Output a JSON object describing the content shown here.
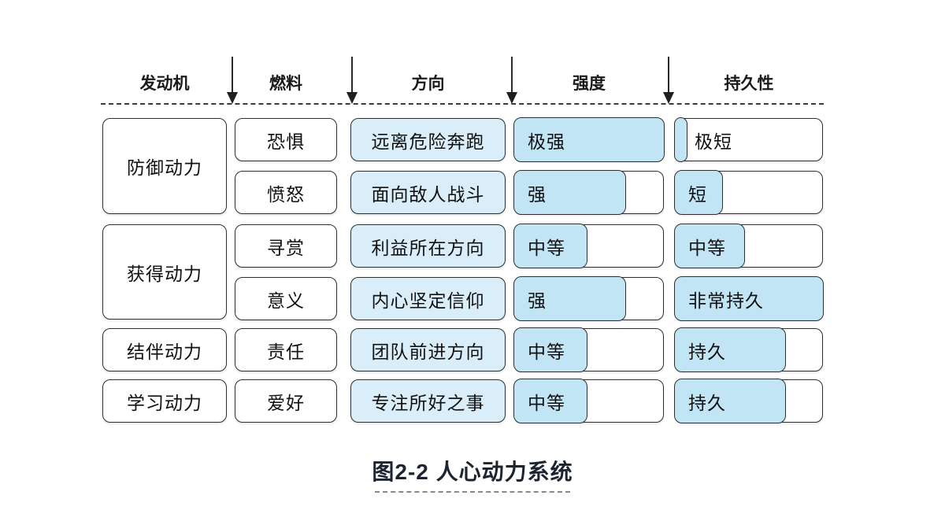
{
  "colors": {
    "directionFill": "#d9eef9",
    "barFill": "#c2e5f6",
    "border": "#2f2f2f",
    "captionColor": "#1c2431",
    "textColor": "#111111"
  },
  "header": {
    "columns": [
      "发动机",
      "燃料",
      "方向",
      "强度",
      "持久性"
    ]
  },
  "engines": [
    {
      "label": "防御动力"
    },
    {
      "label": "获得动力"
    },
    {
      "label": "结伴动力"
    },
    {
      "label": "学习动力"
    }
  ],
  "rows": [
    {
      "fuel": "恐惧",
      "direction": "远离危险奔跑",
      "intensity": {
        "label": "极强",
        "fill": 100
      },
      "durability": {
        "label": "极短",
        "fill": 9
      }
    },
    {
      "fuel": "愤怒",
      "direction": "面向敌人战斗",
      "intensity": {
        "label": "强",
        "fill": 76
      },
      "durability": {
        "label": "短",
        "fill": 33
      }
    },
    {
      "fuel": "寻赏",
      "direction": "利益所在方向",
      "intensity": {
        "label": "中等",
        "fill": 50
      },
      "durability": {
        "label": "中等",
        "fill": 48
      }
    },
    {
      "fuel": "意义",
      "direction": "内心坚定信仰",
      "intensity": {
        "label": "强",
        "fill": 76
      },
      "durability": {
        "label": "非常持久",
        "fill": 100
      }
    },
    {
      "fuel": "责任",
      "direction": "团队前进方向",
      "intensity": {
        "label": "中等",
        "fill": 50
      },
      "durability": {
        "label": "持久",
        "fill": 76
      }
    },
    {
      "fuel": "爱好",
      "direction": "专注所好之事",
      "intensity": {
        "label": "中等",
        "fill": 50
      },
      "durability": {
        "label": "持久",
        "fill": 76
      }
    }
  ],
  "caption": "图2-2 人心动力系统"
}
